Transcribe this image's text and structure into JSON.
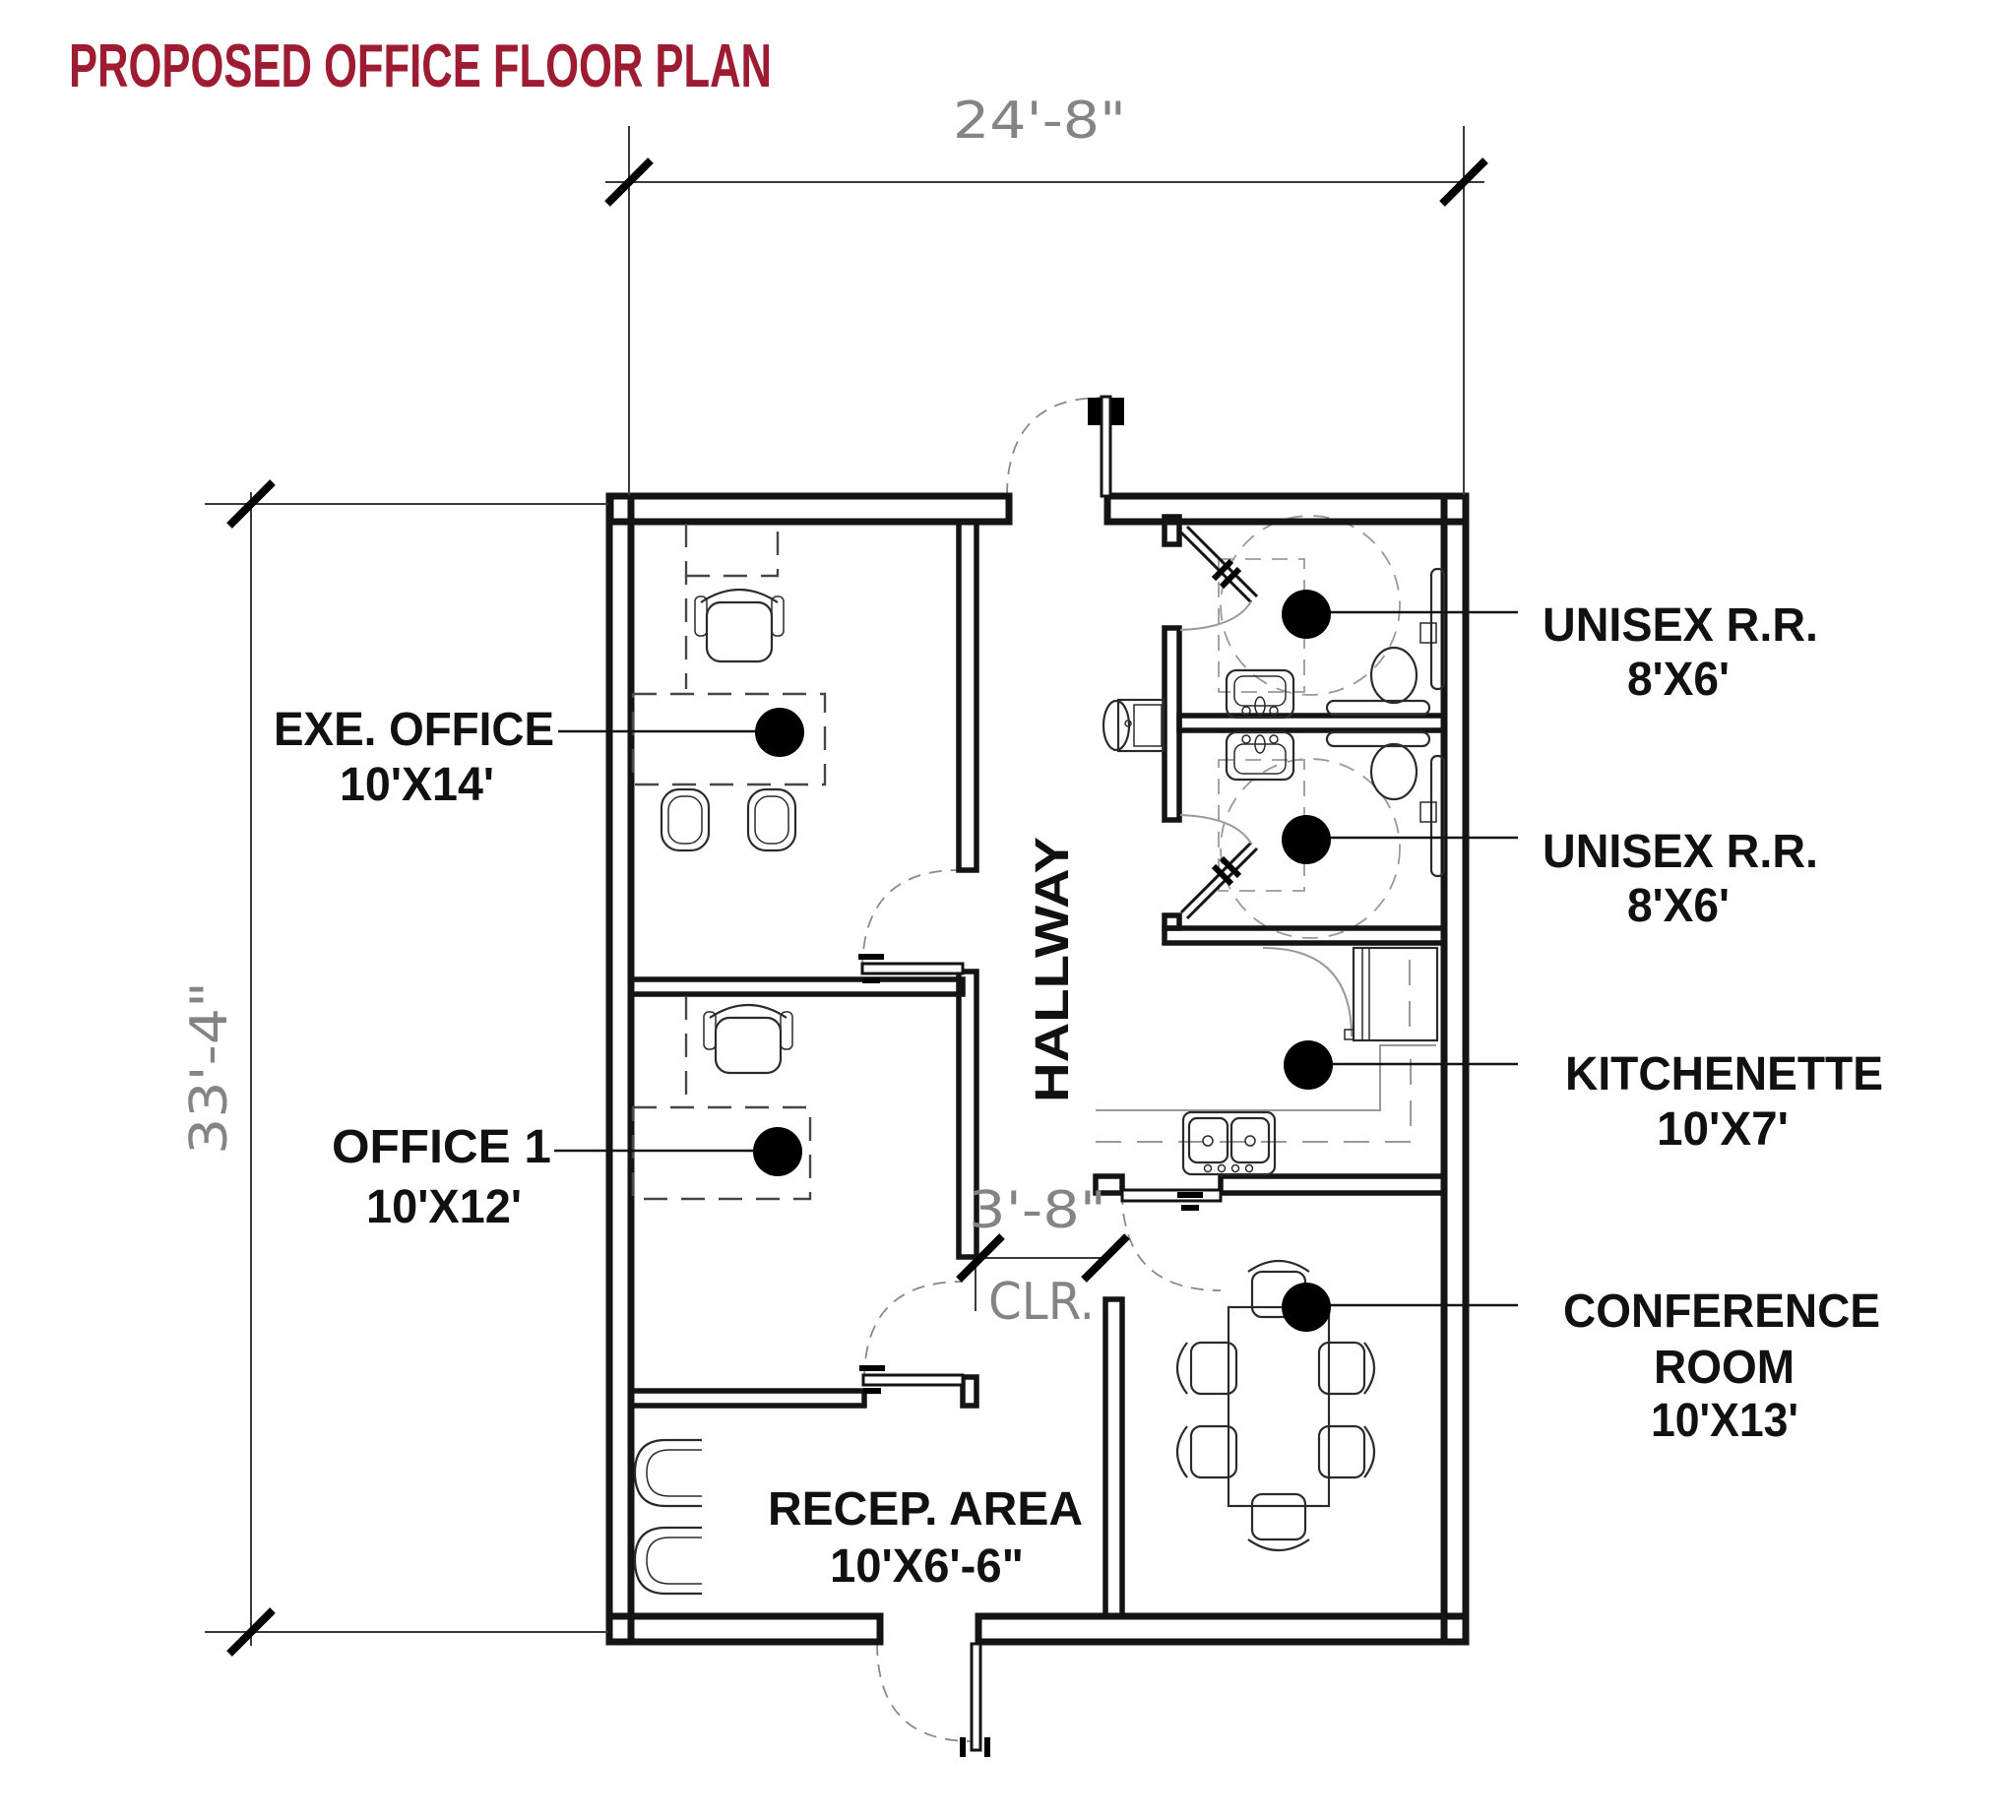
{
  "title": "PROPOSED OFFICE FLOOR PLAN",
  "colors": {
    "title": "#9d1c31",
    "line": "#141414",
    "dim": "#848484",
    "label": "#111111",
    "callout": "#000000"
  },
  "dims": {
    "width": "24'-8\"",
    "height": "33'-4\"",
    "clearance": "3'-8\"",
    "clearance_note": "CLR."
  },
  "labels": {
    "hallway": "HALLWAY",
    "exe_office": {
      "name": "EXE. OFFICE",
      "size": "10'X14'"
    },
    "office1": {
      "name": "OFFICE 1",
      "size": "10'X12'"
    },
    "unisex_rr_1": {
      "name": "UNISEX R.R.",
      "size": "8'X6'"
    },
    "unisex_rr_2": {
      "name": "UNISEX R.R.",
      "size": "8'X6'"
    },
    "kitchenette": {
      "name": "KITCHENETTE",
      "size": "10'X7'"
    },
    "conference": {
      "name_line1": "CONFERENCE",
      "name_line2": "ROOM",
      "size": "10'X13'"
    },
    "recep": {
      "name": "RECEP. AREA",
      "size": "10'X6'-6\""
    }
  }
}
